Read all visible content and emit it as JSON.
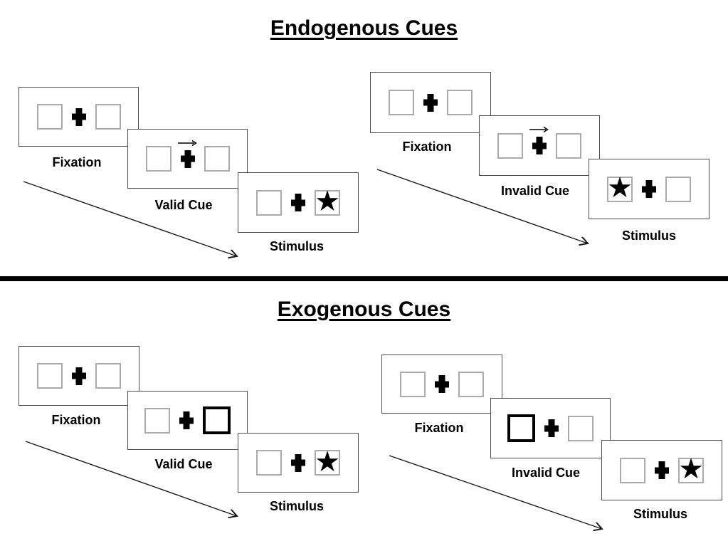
{
  "figure": {
    "type": "posner-spatial-cueing-paradigm",
    "background": "#ffffff"
  },
  "colors": {
    "panel_border": "#4d4d4d",
    "placeholder_square_border": "#ababab",
    "ink": "#000000"
  },
  "icons": {
    "star": "★",
    "fixation_cross": "✚",
    "cue_arrow": "→"
  },
  "sections": [
    {
      "title": "Endogenous Cues",
      "groups": [
        {
          "name": "endogenous-valid-trial",
          "cue_type": "central arrow pointing right",
          "panels": [
            {
              "label": "Fixation"
            },
            {
              "label": "Valid Cue",
              "cue": "arrow-right-above-fixation"
            },
            {
              "label": "Stimulus",
              "star_side": "right"
            }
          ]
        },
        {
          "name": "endogenous-invalid-trial",
          "cue_type": "central arrow pointing right",
          "panels": [
            {
              "label": "Fixation"
            },
            {
              "label": "Invalid Cue",
              "cue": "arrow-right-above-fixation"
            },
            {
              "label": "Stimulus",
              "star_side": "left"
            }
          ]
        }
      ]
    },
    {
      "title": "Exogenous Cues",
      "groups": [
        {
          "name": "exogenous-valid-trial",
          "cue_type": "peripheral bold box",
          "panels": [
            {
              "label": "Fixation"
            },
            {
              "label": "Valid Cue",
              "cue": "bold-box-right"
            },
            {
              "label": "Stimulus",
              "star_side": "right"
            }
          ]
        },
        {
          "name": "exogenous-invalid-trial",
          "cue_type": "peripheral bold box",
          "panels": [
            {
              "label": "Fixation"
            },
            {
              "label": "Invalid Cue",
              "cue": "bold-box-left"
            },
            {
              "label": "Stimulus",
              "star_side": "right"
            }
          ]
        }
      ]
    }
  ]
}
